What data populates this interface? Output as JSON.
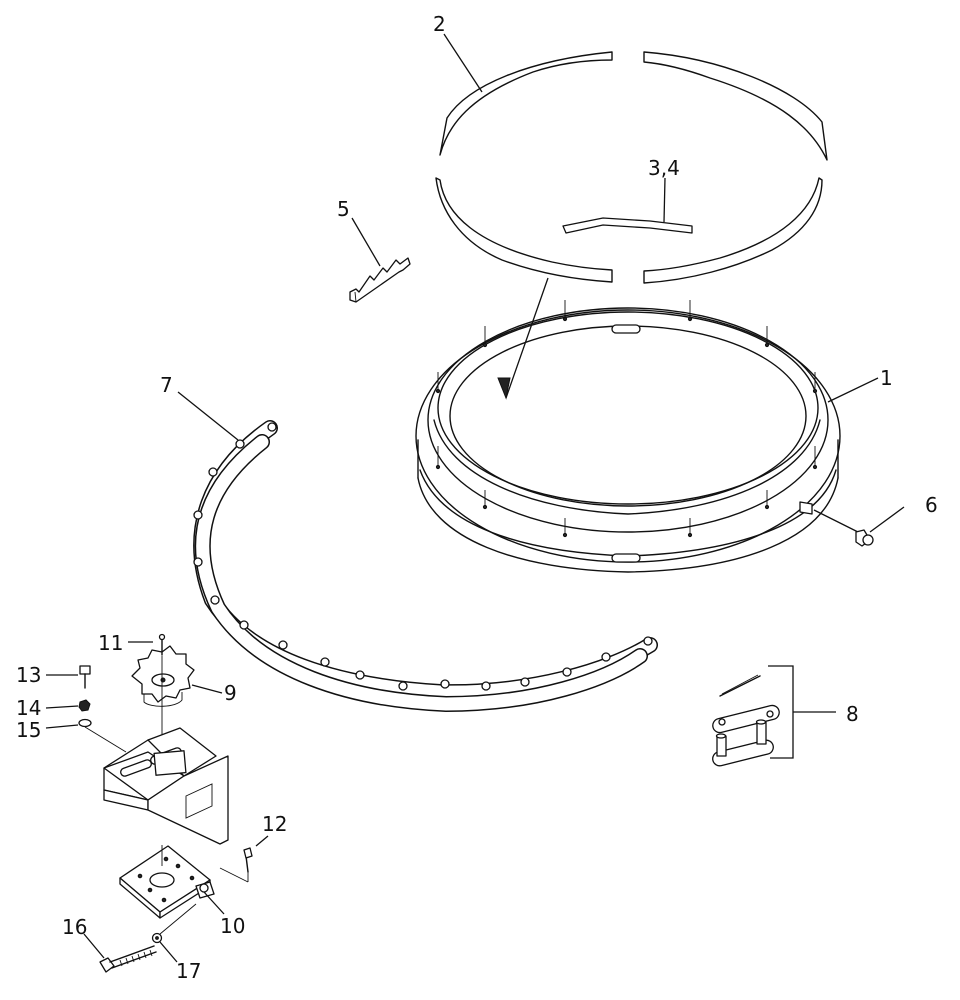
{
  "callouts": {
    "c1": "1",
    "c2": "2",
    "c34": "3,4",
    "c5": "5",
    "c6": "6",
    "c7": "7",
    "c8": "8",
    "c9": "9",
    "c10": "10",
    "c11": "11",
    "c12": "12",
    "c13": "13",
    "c14": "14",
    "c15": "15",
    "c16": "16",
    "c17": "17"
  }
}
